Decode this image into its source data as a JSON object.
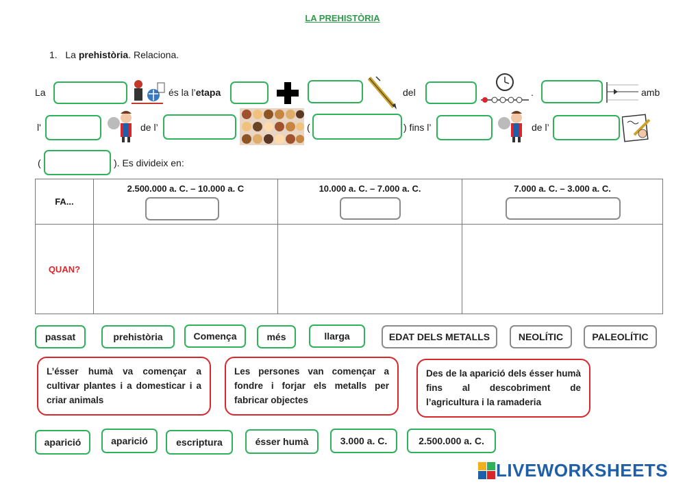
{
  "title": "LA PREHISTÒRIA",
  "question": {
    "number": "1.",
    "pre": "La",
    "bold": "prehistòria",
    "post": ". Relaciona."
  },
  "sentence": {
    "w_la": "La",
    "w_es_la": "és la l’",
    "w_etapa": "etapa",
    "w_del": "del",
    "w_dot": ".",
    "w_amb": "amb",
    "w_l": "l'",
    "w_de_l": "de l’",
    "w_paren_open": "(",
    "w_fins": ") fins l’",
    "w_de_l2": "de l’",
    "w_paren_open2": "(",
    "w_es_divideix": ").  Es divideix en:"
  },
  "table": {
    "row_labels": [
      "FA...",
      "QUAN?"
    ],
    "quan_color": "#d9262c",
    "columns": [
      "2.500.000 a. C. – 10.000 a. C",
      "10.000 a. C. – 7.000 a. C.",
      "7.000 a. C. – 3.000 a. C."
    ]
  },
  "chips_row1": [
    "passat",
    "prehistòria",
    "Comença",
    "més",
    "llarga",
    "EDAT DELS METALLS",
    "NEOLÍTIC",
    "PALEOLÍTIC"
  ],
  "red_boxes": [
    "L’ésser humà va començar a cultivar plantes i a domesticar i a criar animals",
    "Les persones van començar a fondre i forjar els metalls per fabricar objectes",
    "Des de la aparició dels ésser humà fins al descobriment de l’agricultura i la ramaderia"
  ],
  "chips_row2": [
    "aparició",
    "aparició",
    "escriptura",
    "ésser humà",
    "3.000 a. C.",
    "2.500.000 a. C."
  ],
  "logo": {
    "text": "LIVEWORKSHEETS"
  },
  "colors": {
    "green": "#2fb05a",
    "red": "#d9262c",
    "gray": "#8a8a8a",
    "title_green": "#2e9a4a",
    "logo_blue": "#1e5fa8"
  }
}
